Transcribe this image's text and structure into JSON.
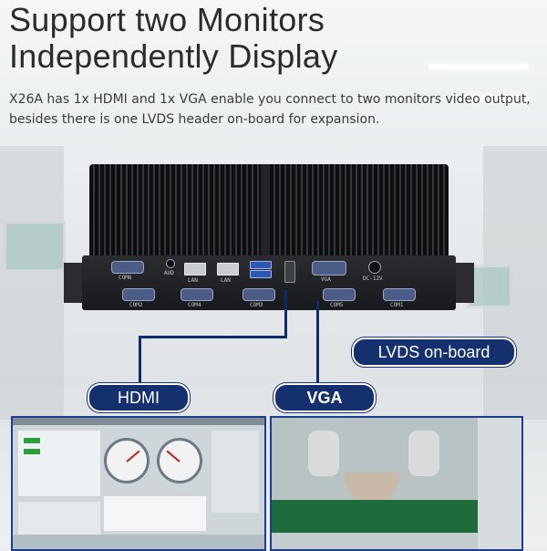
{
  "headline": {
    "line1": "Support two Monitors",
    "line2": "Independently Display"
  },
  "description": "X26A has 1x HDMI and 1x VGA enable you connect to two monitors video output, besides there is one LVDS header on-board for expansion.",
  "callouts": {
    "hdmi": "HDMI",
    "vga": "VGA",
    "lvds": "LVDS on-board"
  },
  "port_labels": {
    "com6": "COM6",
    "com2": "COM2",
    "com4": "COM4",
    "com3": "COM3",
    "com5": "COM5",
    "com1": "COM1",
    "aud": "AUD",
    "lan1": "LAN",
    "lan2": "LAN",
    "vga": "VGA",
    "dc": "DC-12V"
  },
  "colors": {
    "callout_bg": "#14306e",
    "line": "#0f2a6b"
  }
}
